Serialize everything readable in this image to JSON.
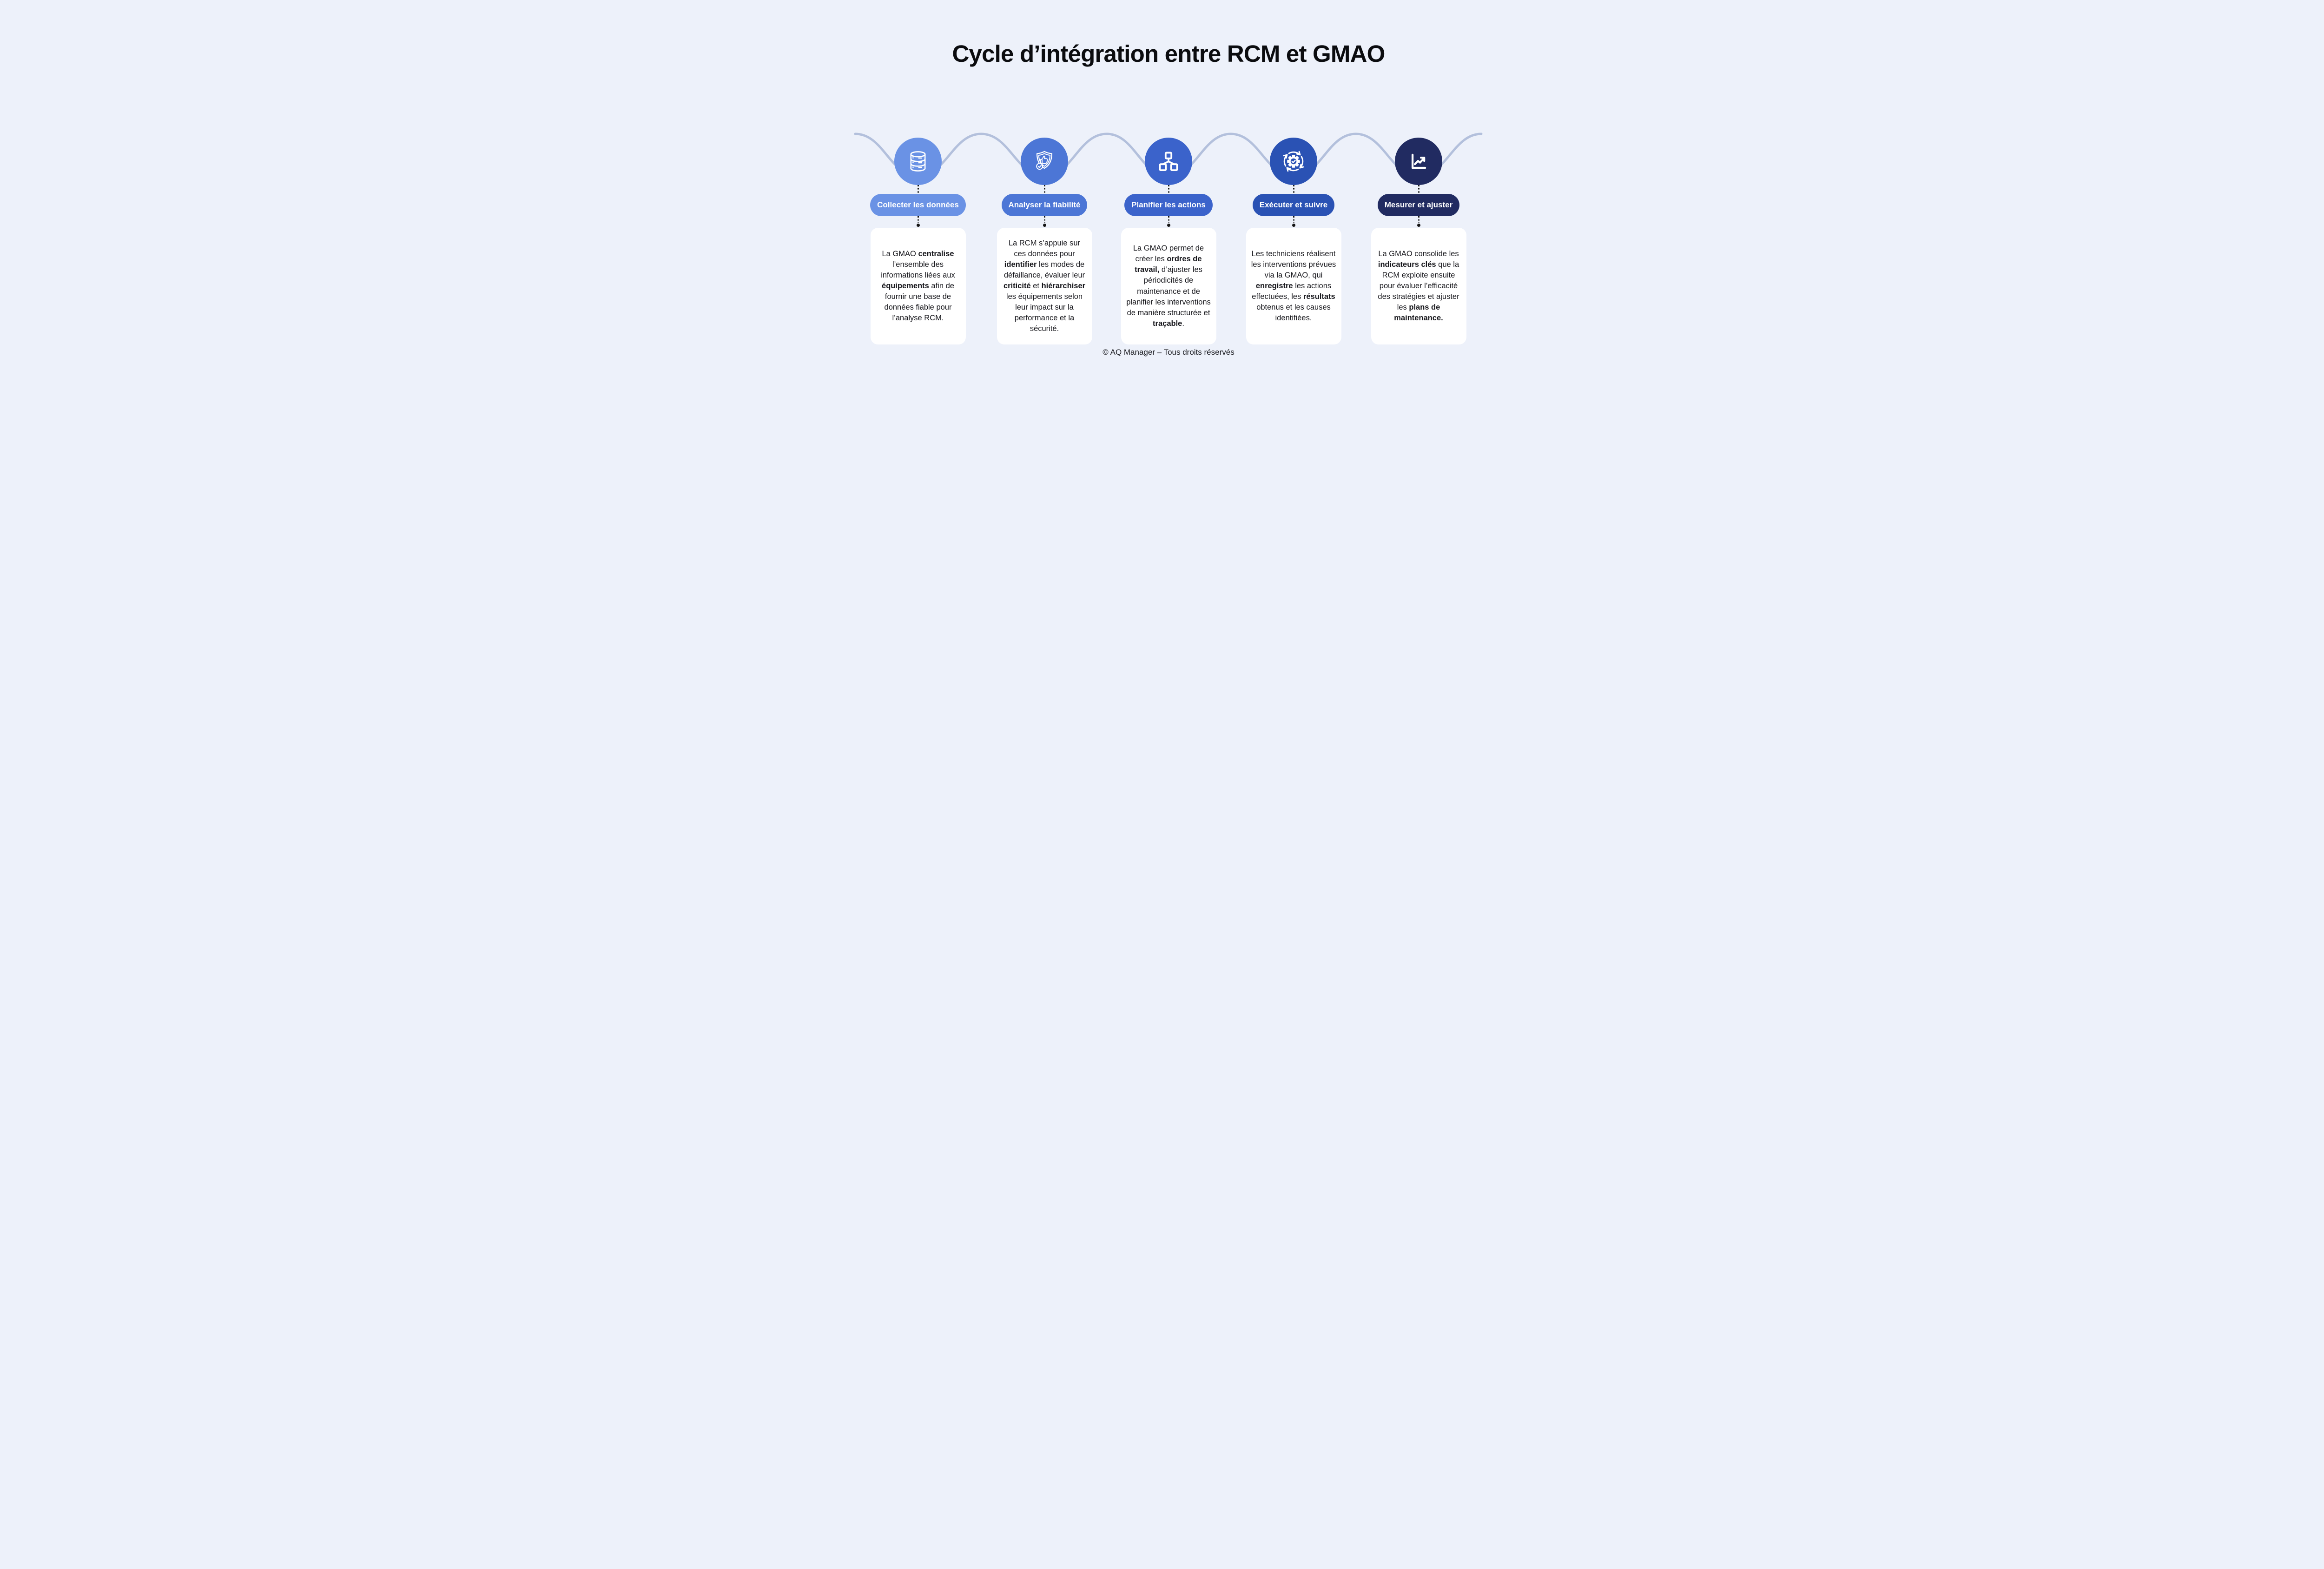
{
  "page": {
    "title": "Cycle d’intégration entre RCM et GMAO",
    "footer": "© AQ Manager – Tous droits réservés",
    "background_color": "#edf1fa",
    "wave_color": "#b3c0dc",
    "connector_color": "#141414",
    "card_background": "#ffffff"
  },
  "steps": [
    {
      "label": "Collecter les données",
      "icon": "database-icon",
      "color": "#6a92e5",
      "description": [
        {
          "t": "La GMAO ",
          "b": false
        },
        {
          "t": "centralise",
          "b": true
        },
        {
          "t": " l’ensemble des informations liées aux ",
          "b": false
        },
        {
          "t": "équipements",
          "b": true
        },
        {
          "t": " afin de fournir une base de données fiable pour l’analyse RCM.",
          "b": false
        }
      ]
    },
    {
      "label": "Analyser la fiabilité",
      "icon": "shield-thumbs-up-icon",
      "color": "#4c76d6",
      "description": [
        {
          "t": "La RCM s’appuie sur ces données pour ",
          "b": false
        },
        {
          "t": "identifier",
          "b": true
        },
        {
          "t": " les modes de défaillance, évaluer leur ",
          "b": false
        },
        {
          "t": "criticité",
          "b": true
        },
        {
          "t": " et ",
          "b": false
        },
        {
          "t": "hiérarchiser",
          "b": true
        },
        {
          "t": " les équipements selon leur impact sur la performance et la sécurité.",
          "b": false
        }
      ]
    },
    {
      "label": "Planifier les actions",
      "icon": "hierarchy-icon",
      "color": "#3b63cb",
      "description": [
        {
          "t": "La GMAO permet de créer les ",
          "b": false
        },
        {
          "t": "ordres de travail,",
          "b": true
        },
        {
          "t": " d’ajuster les périodicités de maintenance et de planifier les interventions de manière structurée et ",
          "b": false
        },
        {
          "t": "traçable",
          "b": true
        },
        {
          "t": ".",
          "b": false
        }
      ]
    },
    {
      "label": "Exécuter et suivre",
      "icon": "gear-cycle-icon",
      "color": "#2a52b4",
      "description": [
        {
          "t": "Les techniciens réalisent les interventions prévues via la GMAO, qui ",
          "b": false
        },
        {
          "t": "enregistre",
          "b": true
        },
        {
          "t": " les actions effectuées, les ",
          "b": false
        },
        {
          "t": "résultats",
          "b": true
        },
        {
          "t": " obtenus et les causes identifiées.",
          "b": false
        }
      ]
    },
    {
      "label": "Mesurer et ajuster",
      "icon": "line-chart-icon",
      "color": "#212b61",
      "description": [
        {
          "t": "La GMAO consolide les ",
          "b": false
        },
        {
          "t": "indicateurs clés",
          "b": true
        },
        {
          "t": " que la RCM exploite ensuite pour évaluer l’efficacité des stratégies et ajuster les ",
          "b": false
        },
        {
          "t": "plans de maintenance.",
          "b": true
        }
      ]
    }
  ]
}
